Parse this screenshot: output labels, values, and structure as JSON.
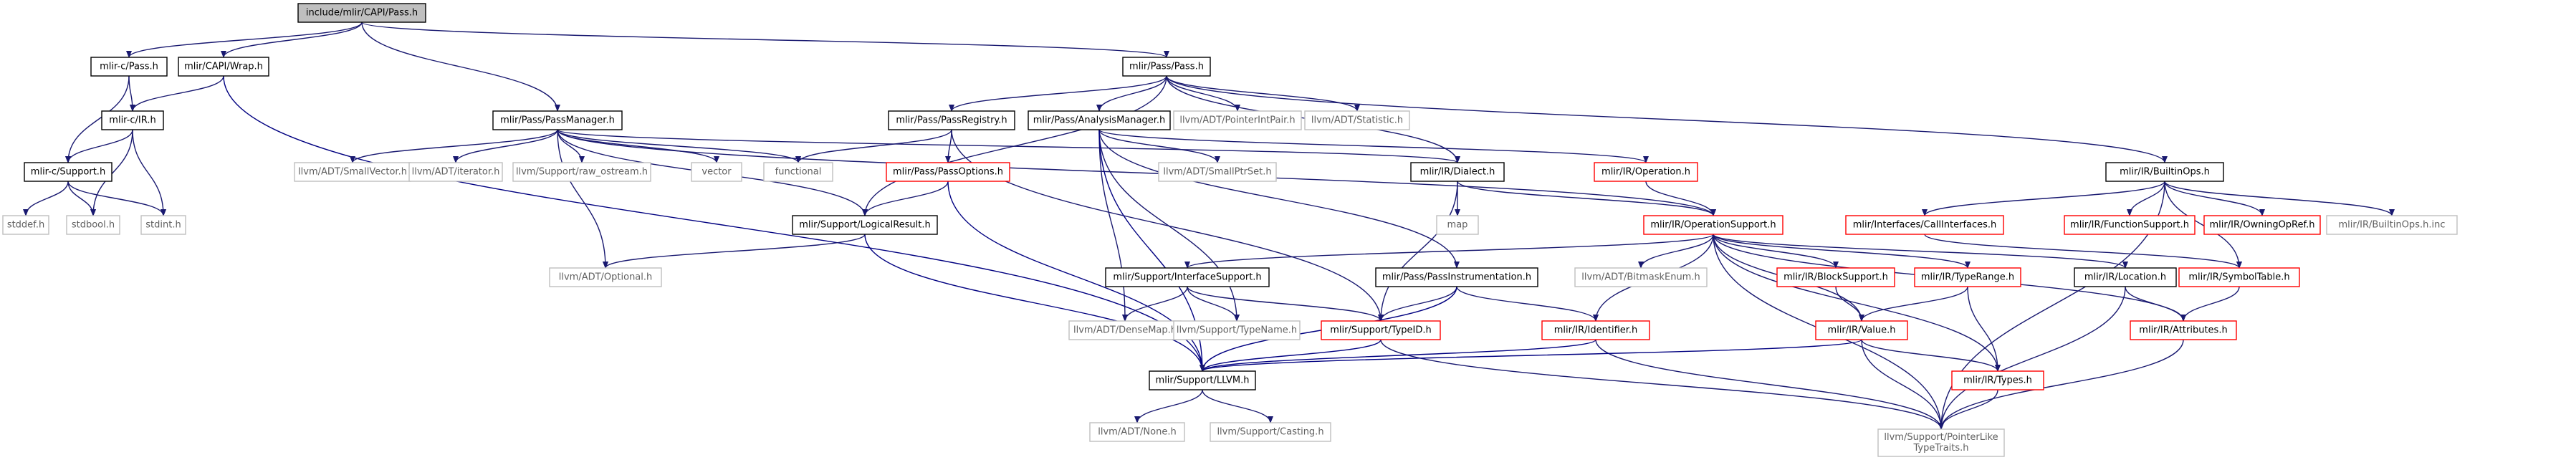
{
  "colors": {
    "root_fill": "#bfbfbf",
    "node_fill": "#ffffff",
    "border_normal": "#000000",
    "border_external": "#bfbfbf",
    "border_truncated": "#ff0000",
    "edge": "#191970",
    "edge_dark": "#000080",
    "text_normal": "#000000",
    "text_external": "#5f5f5f"
  },
  "nodes": [
    {
      "id": "root",
      "label": "include/mlir/CAPI/Pass.h",
      "kind": "root"
    },
    {
      "id": "capi_pass",
      "label": "mlir-c/Pass.h",
      "kind": "normal"
    },
    {
      "id": "capi_wrap",
      "label": "mlir/CAPI/Wrap.h",
      "kind": "normal"
    },
    {
      "id": "pass_pass",
      "label": "mlir/Pass/Pass.h",
      "kind": "normal"
    },
    {
      "id": "c_ir",
      "label": "mlir-c/IR.h",
      "kind": "normal"
    },
    {
      "id": "pass_manager",
      "label": "mlir/Pass/PassManager.h",
      "kind": "normal"
    },
    {
      "id": "pass_registry",
      "label": "mlir/Pass/PassRegistry.h",
      "kind": "normal"
    },
    {
      "id": "analysis_manager",
      "label": "mlir/Pass/AnalysisManager.h",
      "kind": "normal"
    },
    {
      "id": "ptr_int_pair",
      "label": "llvm/ADT/PointerIntPair.h",
      "kind": "external"
    },
    {
      "id": "statistic",
      "label": "llvm/ADT/Statistic.h",
      "kind": "external"
    },
    {
      "id": "builtin_ops",
      "label": "mlir/IR/BuiltinOps.h",
      "kind": "normal"
    },
    {
      "id": "c_support",
      "label": "mlir-c/Support.h",
      "kind": "normal"
    },
    {
      "id": "small_vector",
      "label": "llvm/ADT/SmallVector.h",
      "kind": "external"
    },
    {
      "id": "iterator",
      "label": "llvm/ADT/iterator.h",
      "kind": "external"
    },
    {
      "id": "raw_ostream",
      "label": "llvm/Support/raw_ostream.h",
      "kind": "external"
    },
    {
      "id": "vector",
      "label": "vector",
      "kind": "external"
    },
    {
      "id": "functional",
      "label": "functional",
      "kind": "external"
    },
    {
      "id": "pass_options",
      "label": "mlir/Pass/PassOptions.h",
      "kind": "truncated"
    },
    {
      "id": "small_ptr_set",
      "label": "llvm/ADT/SmallPtrSet.h",
      "kind": "external"
    },
    {
      "id": "ir_dialect",
      "label": "mlir/IR/Dialect.h",
      "kind": "normal"
    },
    {
      "id": "ir_operation",
      "label": "mlir/IR/Operation.h",
      "kind": "truncated"
    },
    {
      "id": "call_interfaces",
      "label": "mlir/Interfaces/CallInterfaces.h",
      "kind": "truncated"
    },
    {
      "id": "function_support",
      "label": "mlir/IR/FunctionSupport.h",
      "kind": "truncated"
    },
    {
      "id": "owning_op_ref",
      "label": "mlir/IR/OwningOpRef.h",
      "kind": "truncated"
    },
    {
      "id": "builtin_ops_inc",
      "label": "mlir/IR/BuiltinOps.h.inc",
      "kind": "external"
    },
    {
      "id": "stddef",
      "label": "stddef.h",
      "kind": "external"
    },
    {
      "id": "stdbool",
      "label": "stdbool.h",
      "kind": "external"
    },
    {
      "id": "stdint",
      "label": "stdint.h",
      "kind": "external"
    },
    {
      "id": "logical_result",
      "label": "mlir/Support/LogicalResult.h",
      "kind": "normal"
    },
    {
      "id": "map",
      "label": "map",
      "kind": "external"
    },
    {
      "id": "operation_support",
      "label": "mlir/IR/OperationSupport.h",
      "kind": "truncated"
    },
    {
      "id": "optional",
      "label": "llvm/ADT/Optional.h",
      "kind": "external"
    },
    {
      "id": "interface_support",
      "label": "mlir/Support/InterfaceSupport.h",
      "kind": "normal"
    },
    {
      "id": "pass_instrumentation",
      "label": "mlir/Pass/PassInstrumentation.h",
      "kind": "normal"
    },
    {
      "id": "bitmask_enum",
      "label": "llvm/ADT/BitmaskEnum.h",
      "kind": "external"
    },
    {
      "id": "block_support",
      "label": "mlir/IR/BlockSupport.h",
      "kind": "truncated"
    },
    {
      "id": "type_range",
      "label": "mlir/IR/TypeRange.h",
      "kind": "truncated"
    },
    {
      "id": "ir_location",
      "label": "mlir/IR/Location.h",
      "kind": "normal"
    },
    {
      "id": "symbol_table",
      "label": "mlir/IR/SymbolTable.h",
      "kind": "truncated"
    },
    {
      "id": "dense_map",
      "label": "llvm/ADT/DenseMap.h",
      "kind": "external"
    },
    {
      "id": "type_name",
      "label": "llvm/Support/TypeName.h",
      "kind": "external"
    },
    {
      "id": "type_id",
      "label": "mlir/Support/TypeID.h",
      "kind": "truncated"
    },
    {
      "id": "identifier",
      "label": "mlir/IR/Identifier.h",
      "kind": "truncated"
    },
    {
      "id": "ir_value",
      "label": "mlir/IR/Value.h",
      "kind": "truncated"
    },
    {
      "id": "ir_attributes",
      "label": "mlir/IR/Attributes.h",
      "kind": "truncated"
    },
    {
      "id": "ir_types",
      "label": "mlir/IR/Types.h",
      "kind": "truncated"
    },
    {
      "id": "support_llvm",
      "label": "mlir/Support/LLVM.h",
      "kind": "normal"
    },
    {
      "id": "pointer_like",
      "label": "llvm/Support/PointerLike\nTypeTraits.h",
      "kind": "external"
    },
    {
      "id": "adt_none",
      "label": "llvm/ADT/None.h",
      "kind": "external"
    },
    {
      "id": "casting",
      "label": "llvm/Support/Casting.h",
      "kind": "external"
    }
  ],
  "edges": [
    [
      "root",
      "capi_pass"
    ],
    [
      "root",
      "capi_wrap"
    ],
    [
      "root",
      "pass_pass"
    ],
    [
      "root",
      "pass_manager"
    ],
    [
      "capi_pass",
      "c_ir"
    ],
    [
      "capi_pass",
      "c_support"
    ],
    [
      "capi_wrap",
      "c_ir"
    ],
    [
      "capi_wrap",
      "support_llvm"
    ],
    [
      "c_ir",
      "c_support"
    ],
    [
      "c_ir",
      "stdbool"
    ],
    [
      "c_ir",
      "stdint"
    ],
    [
      "c_support",
      "stddef"
    ],
    [
      "c_support",
      "stdbool"
    ],
    [
      "c_support",
      "stdint"
    ],
    [
      "pass_pass",
      "pass_registry"
    ],
    [
      "pass_pass",
      "analysis_manager"
    ],
    [
      "pass_pass",
      "ptr_int_pair"
    ],
    [
      "pass_pass",
      "statistic"
    ],
    [
      "pass_pass",
      "builtin_ops"
    ],
    [
      "pass_pass",
      "ir_dialect"
    ],
    [
      "pass_pass",
      "logical_result"
    ],
    [
      "pass_manager",
      "small_vector"
    ],
    [
      "pass_manager",
      "iterator"
    ],
    [
      "pass_manager",
      "raw_ostream"
    ],
    [
      "pass_manager",
      "vector"
    ],
    [
      "pass_manager",
      "functional"
    ],
    [
      "pass_manager",
      "logical_result"
    ],
    [
      "pass_manager",
      "optional"
    ],
    [
      "pass_manager",
      "ir_dialect"
    ],
    [
      "pass_manager",
      "operation_support"
    ],
    [
      "pass_registry",
      "functional"
    ],
    [
      "pass_registry",
      "pass_options"
    ],
    [
      "pass_registry",
      "type_id"
    ],
    [
      "pass_options",
      "logical_result"
    ],
    [
      "pass_options",
      "support_llvm"
    ],
    [
      "analysis_manager",
      "small_ptr_set"
    ],
    [
      "analysis_manager",
      "ir_operation"
    ],
    [
      "analysis_manager",
      "pass_instrumentation"
    ],
    [
      "analysis_manager",
      "dense_map"
    ],
    [
      "analysis_manager",
      "type_name"
    ],
    [
      "analysis_manager",
      "support_llvm"
    ],
    [
      "ir_dialect",
      "map"
    ],
    [
      "ir_dialect",
      "operation_support"
    ],
    [
      "ir_dialect",
      "type_id"
    ],
    [
      "ir_operation",
      "operation_support"
    ],
    [
      "builtin_ops",
      "call_interfaces"
    ],
    [
      "builtin_ops",
      "function_support"
    ],
    [
      "builtin_ops",
      "owning_op_ref"
    ],
    [
      "builtin_ops",
      "builtin_ops_inc"
    ],
    [
      "builtin_ops",
      "symbol_table"
    ],
    [
      "builtin_ops",
      "pointer_like"
    ],
    [
      "call_interfaces",
      "symbol_table"
    ],
    [
      "logical_result",
      "optional"
    ],
    [
      "logical_result",
      "support_llvm"
    ],
    [
      "operation_support",
      "interface_support"
    ],
    [
      "operation_support",
      "bitmask_enum"
    ],
    [
      "operation_support",
      "identifier"
    ],
    [
      "operation_support",
      "block_support"
    ],
    [
      "operation_support",
      "type_range"
    ],
    [
      "operation_support",
      "ir_location"
    ],
    [
      "operation_support",
      "ir_value"
    ],
    [
      "operation_support",
      "ir_attributes"
    ],
    [
      "operation_support",
      "ir_types"
    ],
    [
      "operation_support",
      "pointer_like"
    ],
    [
      "interface_support",
      "dense_map"
    ],
    [
      "interface_support",
      "type_name"
    ],
    [
      "interface_support",
      "type_id"
    ],
    [
      "pass_instrumentation",
      "type_id"
    ],
    [
      "pass_instrumentation",
      "identifier"
    ],
    [
      "pass_instrumentation",
      "support_llvm"
    ],
    [
      "block_support",
      "ir_value"
    ],
    [
      "type_range",
      "ir_value"
    ],
    [
      "type_range",
      "ir_types"
    ],
    [
      "ir_location",
      "ir_attributes"
    ],
    [
      "ir_location",
      "pointer_like"
    ],
    [
      "symbol_table",
      "ir_attributes"
    ],
    [
      "type_id",
      "support_llvm"
    ],
    [
      "type_id",
      "pointer_like"
    ],
    [
      "identifier",
      "support_llvm"
    ],
    [
      "identifier",
      "pointer_like"
    ],
    [
      "ir_value",
      "support_llvm"
    ],
    [
      "ir_value",
      "ir_types"
    ],
    [
      "ir_value",
      "pointer_like"
    ],
    [
      "ir_attributes",
      "pointer_like"
    ],
    [
      "ir_types",
      "pointer_like"
    ],
    [
      "support_llvm",
      "adt_none"
    ],
    [
      "support_llvm",
      "casting"
    ]
  ]
}
